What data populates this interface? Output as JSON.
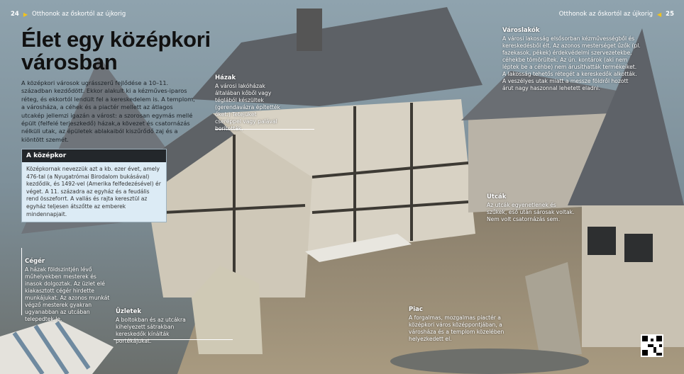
{
  "header": {
    "left_page_number": "24",
    "right_page_number": "25",
    "running_title_left": "Otthonok az őskortól az újkorig",
    "running_title_right": "Otthonok az őskortól az újkorig",
    "arrow_icon_left": "triangle-right-icon",
    "arrow_icon_right": "triangle-left-icon",
    "accent_color": "#f2c31b"
  },
  "title_line1": "Élet egy középkori",
  "title_line2": "városban",
  "intro": "A középkori városok ugrásszerű fejlődése a 10–11. században kezdődött. Ekkor alakult ki a kézműves-iparos réteg, és ekkortól lendült fel a kereskedelem is. A templom, a városháza, a céhek és a piactér mellett az átlagos utcakép jellemzi igazán a várost: a szorosan egymás mellé épült (felfelé terjeszkedő) házak,a kövezet és csatornázás nélküli utak, az épületek ablakaiból kiszűrődő zaj és a kiöntött szemét.",
  "infobox": {
    "title": "A középkor",
    "text": "Középkornak nevezzük azt a kb. ezer évet, amely 476-tal (a Nyugatrómai Birodalom bukásával) kezdődik, és 1492-vel (Amerika felfedezésével) ér véget. A 11. századra az egyház és a feudális rend összeforrt. A vallás és rajta keresztül az egyház teljesen átszőtte az emberek mindennapjait."
  },
  "captions": {
    "hazak": {
      "title": "Házak",
      "text": "A városi lakóházak általában kőből vagy téglából készültek (gerendavázra építették őket.) Tetejüket cseréppel vagy palával borították."
    },
    "varoslakok": {
      "title": "Városlakók",
      "text": "A városi lakosság elsősorban kézművességből és kereskedésből élt. Az azonos mesterséget űzők (pl. fazekasok, pékek) érdekvédelmi szervezetekbe, céhekbe tömörültek. Az ún. kontárok (aki nem léptek be a céhbe) nem árusíthatták termékeiket. A lakosság tehetős rétegét a kereskedők alkották. A veszélyes utak miatt a messze földről hozott árut nagy haszonnal lehetett eladni."
    },
    "utcak": {
      "title": "Utcák",
      "text": "Az utcák egyenetlenek és szűkek, eső után sárosak voltak. Nem volt csatornázás sem."
    },
    "ceger": {
      "title": "Cégér",
      "text": "A házak földszintjén lévő műhelyekben mesterek és inasok dolgoztak. Az üzlet elé kiakasztott cégér hirdette munkájukat. Az azonos munkát végző mesterek gyakran ugyanabban az utcában telepedtek le."
    },
    "uzletek": {
      "title": "Üzletek",
      "text": "A boltokban és az utcákra kihelyezett sátrakban kereskedők kínálták portékájukat."
    },
    "piac": {
      "title": "Piac",
      "text": "A forgalmas, mozgalmas piactér a középkori város középpontjában, a városháza és a templom közelében helyezkedett el."
    }
  }
}
